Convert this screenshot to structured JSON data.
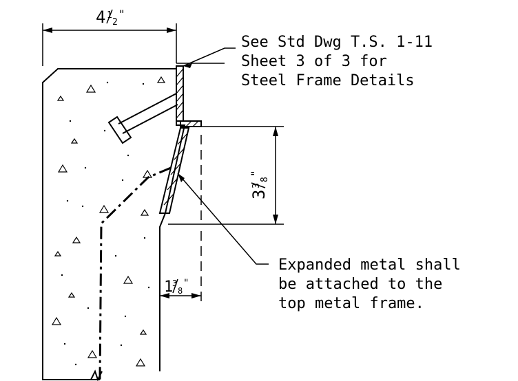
{
  "dimensions": {
    "top_width": {
      "whole": "4",
      "num": "1",
      "den": "2",
      "unit": "\""
    },
    "height": {
      "whole": "3",
      "num": "3",
      "den": "8",
      "unit": "\""
    },
    "bottom_width": {
      "whole": "1",
      "num": "3",
      "den": "8",
      "unit": "\""
    }
  },
  "callouts": {
    "frame_note": [
      "See Std Dwg T.S. 1-11",
      "Sheet 3 of 3 for",
      "Steel Frame Details"
    ],
    "metal_note": [
      "Expanded metal shall",
      "be attached to the",
      "top metal frame."
    ]
  },
  "colors": {
    "ink": "#000000",
    "background": "#ffffff"
  }
}
